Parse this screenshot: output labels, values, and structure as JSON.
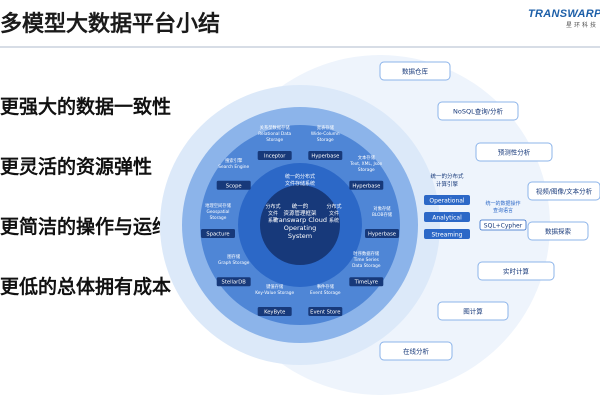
{
  "title": "多模型大数据平台小结",
  "logo": {
    "main": "TRANSWARP",
    "sub": "星环科技"
  },
  "bullets": [
    "更强大的数据一致性",
    "更灵活的资源弹性",
    "更简洁的操作与运维",
    "更低的总体拥有成本"
  ],
  "core": {
    "lines": [
      "统一的",
      "资源管理框架",
      "Transwarp Cloud",
      "Operating",
      "System"
    ],
    "scheduler": [
      "统一的分布式",
      "文件存储系统"
    ]
  },
  "ring_inner": [
    {
      "id": "wide",
      "label": [
        "宽表存储",
        "Wide-Column",
        "Storage"
      ],
      "badge": "Hyperbase"
    },
    {
      "id": "text",
      "label": [
        "文本存储",
        "Text, XML, Json",
        "Storage"
      ],
      "badge": "Hyperbase"
    },
    {
      "id": "object",
      "label": [
        "对象存储",
        "BLOB存储"
      ],
      "badge": "Hyperbase"
    },
    {
      "id": "ts",
      "label": [
        "时序数据存储",
        "Time Series",
        "Data Storage"
      ],
      "badge": "TimeLyre"
    },
    {
      "id": "event",
      "label": [
        "事件存储",
        "Event Storage"
      ],
      "badge": "Event Store"
    },
    {
      "id": "kv",
      "label": [
        "键值存储",
        "Key-Value Storage"
      ],
      "badge": "KeyByte"
    },
    {
      "id": "graph",
      "label": [
        "图存储",
        "Graph Storage"
      ],
      "badge": "StellarDB"
    },
    {
      "id": "geo",
      "label": [
        "地理空间存储",
        "Geospatial",
        "Storage"
      ],
      "badge": "Spacture"
    },
    {
      "id": "search",
      "label": [
        "搜索引擎",
        "Search Engine"
      ],
      "badge": "Scope"
    },
    {
      "id": "rdb",
      "label": [
        "关系型数据存储",
        "Relational Data",
        "Storage"
      ],
      "badge": "Inceptor"
    }
  ],
  "core_side": {
    "label": [
      "分布式",
      "文件",
      "系统"
    ]
  },
  "compute": {
    "label": [
      "统一的分布式",
      "计算引擎"
    ],
    "items": [
      "Operational",
      "Analytical",
      "Streaming"
    ]
  },
  "sql": {
    "label": [
      "统一的数据操作",
      "查询语言"
    ],
    "badge": "SQL+Cypher"
  },
  "outer_items": [
    "数据仓库",
    "NoSQL查询/分析",
    "预测性分析",
    "视频/图像/文本分析",
    "数据探索",
    "实时计算",
    "图计算",
    "在线分析"
  ],
  "colors": {
    "dark": "#17397a",
    "mid": "#2c68c7",
    "ring": "#5f93dd",
    "light": "#a9c8f0",
    "pale": "#dce9f9",
    "accent": "#1d5fa8"
  }
}
